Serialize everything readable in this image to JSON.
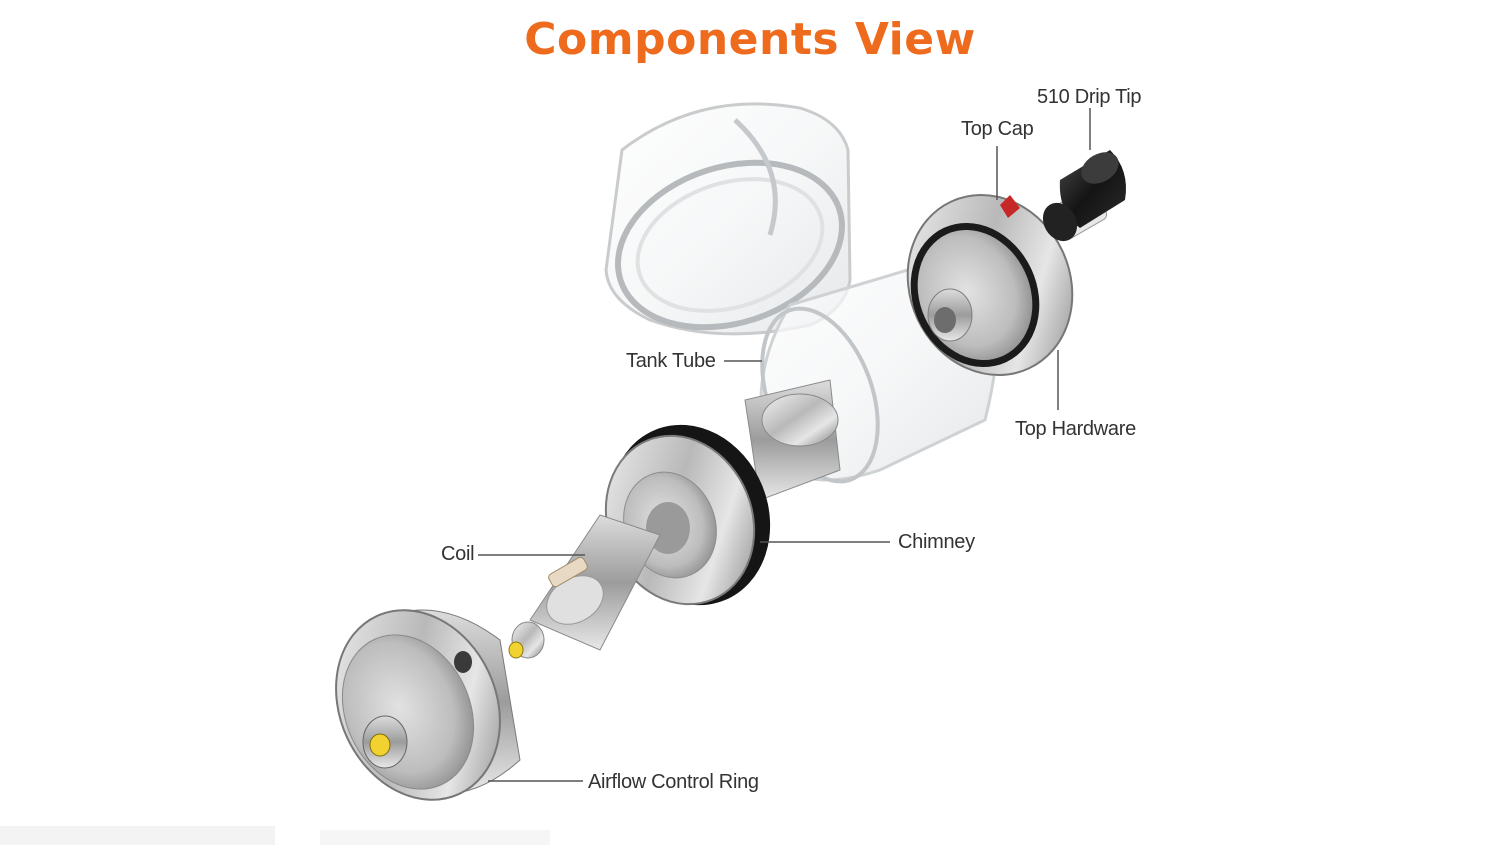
{
  "title": "Components View",
  "colors": {
    "title": "#ee6b1e",
    "metal_dark": "#6e6e6e",
    "metal_mid": "#b8b8b8",
    "metal_light": "#ececec",
    "glass_edge": "#c8c8c8",
    "oring": "#1a1a1a",
    "leader_line": "#555555",
    "accent_red": "#c62828",
    "pin_yellow": "#f2d230"
  },
  "labels": {
    "drip_tip": "510 Drip Tip",
    "top_cap": "Top Cap",
    "tank_tube": "Tank Tube",
    "top_hardware": "Top Hardware",
    "chimney": "Chimney",
    "coil": "Coil",
    "airflow_ring": "Airflow Control Ring"
  }
}
